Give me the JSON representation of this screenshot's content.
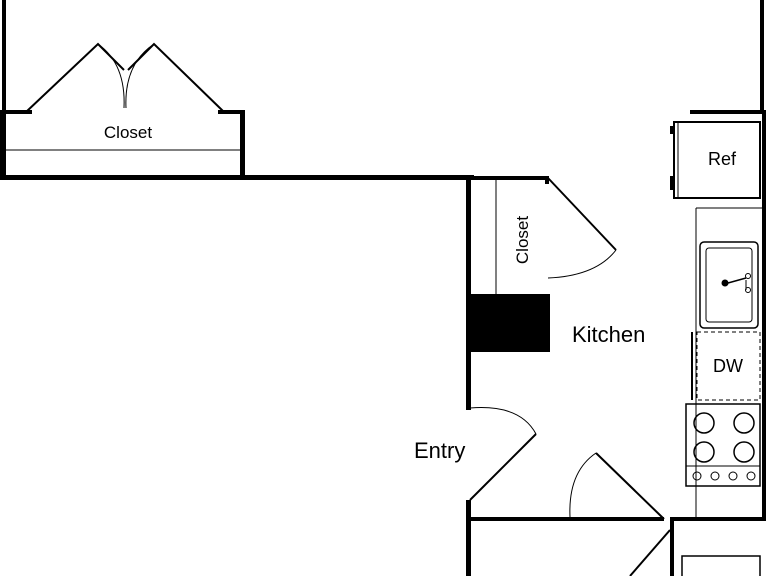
{
  "rooms": {
    "kitchen": "Kitchen",
    "entry": "Entry"
  },
  "closets": {
    "top": "Closet",
    "side": "Closet"
  },
  "appliances": {
    "refrigerator": "Ref",
    "dishwasher": "DW"
  },
  "colors": {
    "wall": "#000000",
    "background": "#ffffff"
  }
}
